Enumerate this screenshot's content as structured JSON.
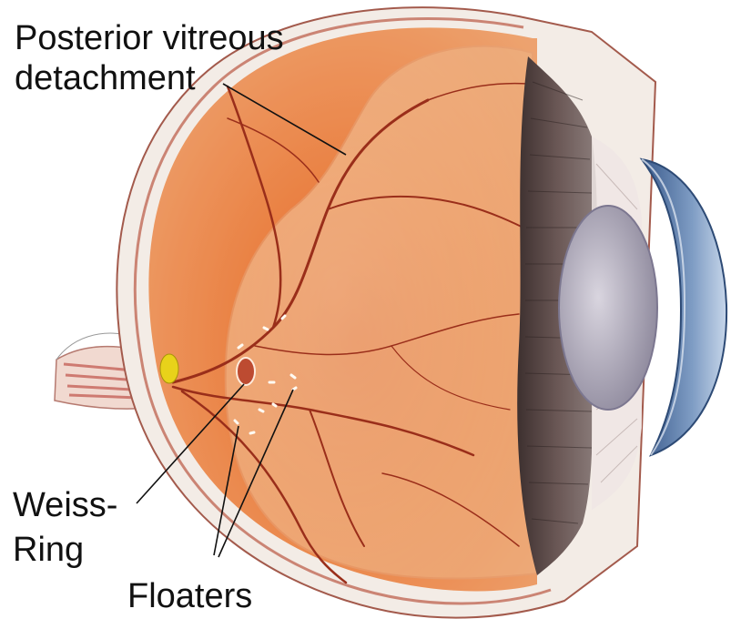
{
  "labels": {
    "pvd_line1": "Posterior vitreous",
    "pvd_line2": "detachment",
    "weiss_line1": "Weiss-",
    "weiss_line2": "Ring",
    "floaters": "Floaters"
  },
  "colors": {
    "sclera": "#f3ece6",
    "choroid_edge": "#b24a3a",
    "retina_light": "#f4a870",
    "retina_mid": "#e9783f",
    "retina_dark": "#c4491f",
    "vessel": "#9a2e1a",
    "vitreous": "#f0c7a0",
    "ciliary": "#5a4a48",
    "lens": "#b9b4c2",
    "cornea": "#6f8fb8",
    "optic_disc": "#e8d21a",
    "leader": "#111111"
  }
}
